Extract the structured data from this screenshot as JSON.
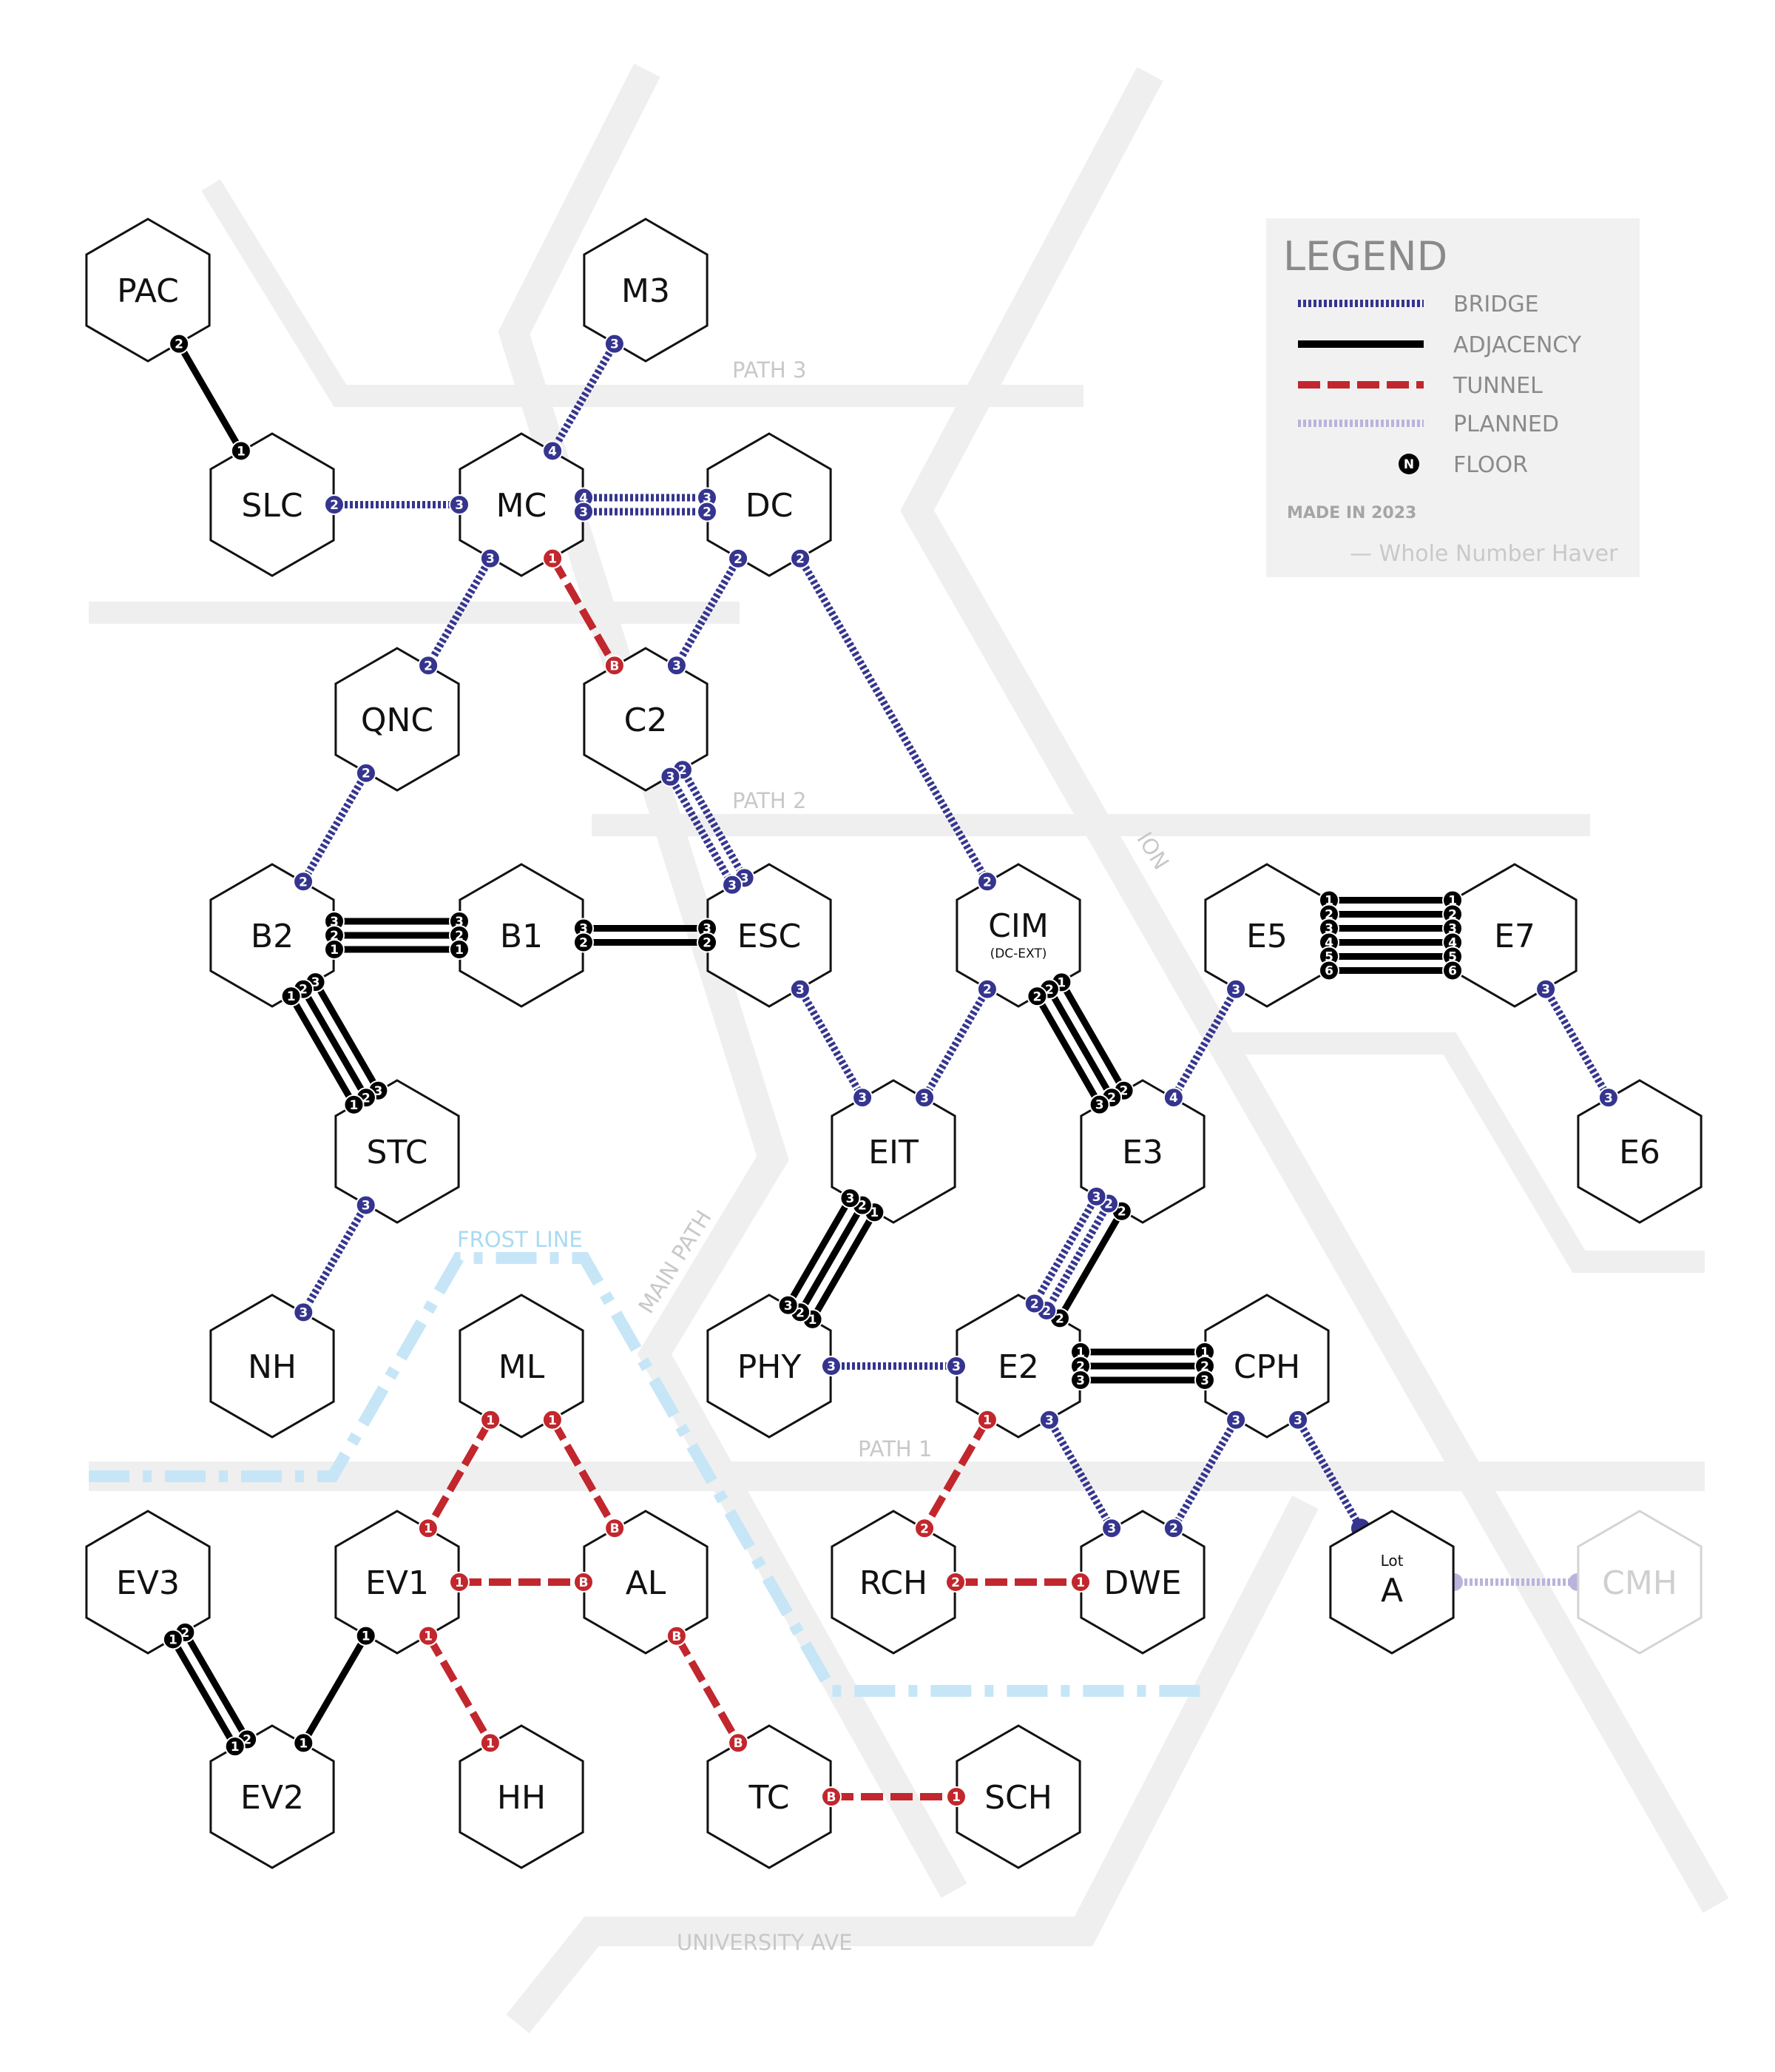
{
  "colors": {
    "bridge": "#35358f",
    "adjacency": "#000000",
    "tunnel": "#c1272d",
    "planned": "#b9b4dc",
    "frost": "#c6e6f7",
    "road": "#efefef"
  },
  "roads": {
    "path3": "PATH 3",
    "path2": "PATH 2",
    "path1": "PATH 1",
    "ion": "ION",
    "main_path": "MAIN PATH",
    "frost_line": "FROST LINE",
    "university_ave": "UNIVERSITY AVE"
  },
  "legend": {
    "title": "LEGEND",
    "bridge": "BRIDGE",
    "adjacency": "ADJACENCY",
    "tunnel": "TUNNEL",
    "planned": "PLANNED",
    "floor_badge": "N",
    "floor": "FLOOR",
    "made": "MADE IN 2023",
    "credit": "— Whole Number Haver"
  },
  "buildings": [
    {
      "id": "PAC",
      "label": "PAC"
    },
    {
      "id": "M3",
      "label": "M3"
    },
    {
      "id": "SLC",
      "label": "SLC"
    },
    {
      "id": "MC",
      "label": "MC"
    },
    {
      "id": "DC",
      "label": "DC"
    },
    {
      "id": "QNC",
      "label": "QNC"
    },
    {
      "id": "C2",
      "label": "C2"
    },
    {
      "id": "B2",
      "label": "B2"
    },
    {
      "id": "B1",
      "label": "B1"
    },
    {
      "id": "ESC",
      "label": "ESC"
    },
    {
      "id": "CIM",
      "label": "CIM",
      "sub": "(DC-EXT)"
    },
    {
      "id": "E5",
      "label": "E5"
    },
    {
      "id": "E7",
      "label": "E7"
    },
    {
      "id": "STC",
      "label": "STC"
    },
    {
      "id": "EIT",
      "label": "EIT"
    },
    {
      "id": "E3",
      "label": "E3"
    },
    {
      "id": "E6",
      "label": "E6"
    },
    {
      "id": "NH",
      "label": "NH"
    },
    {
      "id": "ML",
      "label": "ML"
    },
    {
      "id": "PHY",
      "label": "PHY"
    },
    {
      "id": "E2",
      "label": "E2"
    },
    {
      "id": "CPH",
      "label": "CPH"
    },
    {
      "id": "EV3",
      "label": "EV3"
    },
    {
      "id": "EV1",
      "label": "EV1"
    },
    {
      "id": "AL",
      "label": "AL"
    },
    {
      "id": "RCH",
      "label": "RCH"
    },
    {
      "id": "DWE",
      "label": "DWE"
    },
    {
      "id": "LotA",
      "label": "A",
      "sub": "Lot"
    },
    {
      "id": "CMH",
      "label": "CMH",
      "planned": true
    },
    {
      "id": "EV2",
      "label": "EV2"
    },
    {
      "id": "HH",
      "label": "HH"
    },
    {
      "id": "TC",
      "label": "TC"
    },
    {
      "id": "SCH",
      "label": "SCH"
    }
  ],
  "connections": [
    {
      "from": "PAC",
      "to": "SLC",
      "type": "adjacency",
      "a": [
        "2"
      ],
      "b": [
        "1"
      ]
    },
    {
      "from": "SLC",
      "to": "MC",
      "type": "bridge",
      "a": [
        "2"
      ],
      "b": [
        "3"
      ]
    },
    {
      "from": "M3",
      "to": "MC",
      "type": "bridge",
      "a": [
        "3"
      ],
      "b": [
        "4"
      ]
    },
    {
      "from": "MC",
      "to": "DC",
      "type": "bridge",
      "a": [
        "4",
        "3"
      ],
      "b": [
        "3",
        "2"
      ]
    },
    {
      "from": "MC",
      "to": "QNC",
      "type": "bridge",
      "a": [
        "3"
      ],
      "b": [
        "2"
      ]
    },
    {
      "from": "MC",
      "to": "C2",
      "type": "tunnel",
      "a": [
        "1"
      ],
      "b": [
        "B"
      ]
    },
    {
      "from": "DC",
      "to": "C2",
      "type": "bridge",
      "a": [
        "2"
      ],
      "b": [
        "3"
      ]
    },
    {
      "from": "DC",
      "to": "CIM",
      "type": "bridge",
      "a": [
        "2"
      ],
      "b": [
        "2"
      ]
    },
    {
      "from": "QNC",
      "to": "B2",
      "type": "bridge",
      "a": [
        "2"
      ],
      "b": [
        "2"
      ]
    },
    {
      "from": "C2",
      "to": "ESC",
      "type": "bridge",
      "a": [
        "2",
        "3"
      ],
      "b": [
        "3",
        "3"
      ]
    },
    {
      "from": "B2",
      "to": "B1",
      "type": "adjacency",
      "a": [
        "3",
        "2",
        "1"
      ],
      "b": [
        "3",
        "2",
        "1"
      ]
    },
    {
      "from": "B1",
      "to": "ESC",
      "type": "adjacency",
      "a": [
        "3",
        "2"
      ],
      "b": [
        "3",
        "2"
      ]
    },
    {
      "from": "B2",
      "to": "STC",
      "type": "adjacency",
      "a": [
        "3",
        "2",
        "1"
      ],
      "b": [
        "3",
        "2",
        "1"
      ]
    },
    {
      "from": "ESC",
      "to": "EIT",
      "type": "bridge",
      "a": [
        "3"
      ],
      "b": [
        "3"
      ]
    },
    {
      "from": "CIM",
      "to": "EIT",
      "type": "bridge",
      "a": [
        "2"
      ],
      "b": [
        "3"
      ]
    },
    {
      "from": "CIM",
      "to": "E3",
      "type": "adjacency",
      "a": [
        "1",
        "2",
        "2"
      ],
      "b": [
        "2",
        "2",
        "3"
      ]
    },
    {
      "from": "E5",
      "to": "E7",
      "type": "adjacency",
      "a": [
        "1",
        "2",
        "3",
        "4",
        "5",
        "6"
      ],
      "b": [
        "1",
        "2",
        "3",
        "4",
        "5",
        "6"
      ]
    },
    {
      "from": "E5",
      "to": "E3",
      "type": "bridge",
      "a": [
        "3"
      ],
      "b": [
        "4"
      ]
    },
    {
      "from": "E7",
      "to": "E6",
      "type": "bridge",
      "a": [
        "3"
      ],
      "b": [
        "3"
      ]
    },
    {
      "from": "STC",
      "to": "NH",
      "type": "bridge",
      "a": [
        "3"
      ],
      "b": [
        "3"
      ]
    },
    {
      "from": "EIT",
      "to": "PHY",
      "type": "adjacency",
      "a": [
        "1",
        "2",
        "3"
      ],
      "b": [
        "1",
        "2",
        "3"
      ]
    },
    {
      "from": "E3",
      "to": "E2",
      "type": "adjacency",
      "a": [
        "2"
      ],
      "b": [
        "2"
      ]
    },
    {
      "from": "E3",
      "to": "E2",
      "type": "bridge",
      "a": [
        "2",
        "3"
      ],
      "b": [
        "2",
        "2"
      ]
    },
    {
      "from": "PHY",
      "to": "E2",
      "type": "bridge",
      "a": [
        "3"
      ],
      "b": [
        "3"
      ]
    },
    {
      "from": "E2",
      "to": "CPH",
      "type": "adjacency",
      "a": [
        "1",
        "2",
        "3"
      ],
      "b": [
        "1",
        "2",
        "3"
      ]
    },
    {
      "from": "E2",
      "to": "RCH",
      "type": "tunnel",
      "a": [
        "1"
      ],
      "b": [
        "2"
      ]
    },
    {
      "from": "E2",
      "to": "DWE",
      "type": "bridge",
      "a": [
        "3"
      ],
      "b": [
        "3"
      ]
    },
    {
      "from": "CPH",
      "to": "DWE",
      "type": "bridge",
      "a": [
        "3"
      ],
      "b": [
        "2"
      ]
    },
    {
      "from": "CPH",
      "to": "LotA",
      "type": "bridge",
      "a": [
        "3"
      ],
      "b": []
    },
    {
      "from": "RCH",
      "to": "DWE",
      "type": "tunnel",
      "a": [
        "2"
      ],
      "b": [
        "1"
      ]
    },
    {
      "from": "LotA",
      "to": "CMH",
      "type": "planned",
      "a": [],
      "b": []
    },
    {
      "from": "ML",
      "to": "EV1",
      "type": "tunnel",
      "a": [
        "1"
      ],
      "b": [
        "1"
      ]
    },
    {
      "from": "ML",
      "to": "AL",
      "type": "tunnel",
      "a": [
        "1"
      ],
      "b": [
        "B"
      ]
    },
    {
      "from": "EV1",
      "to": "AL",
      "type": "tunnel",
      "a": [
        "1"
      ],
      "b": [
        "B"
      ]
    },
    {
      "from": "EV1",
      "to": "EV2",
      "type": "adjacency",
      "a": [
        "1"
      ],
      "b": [
        "1"
      ]
    },
    {
      "from": "EV1",
      "to": "HH",
      "type": "tunnel",
      "a": [
        "1"
      ],
      "b": [
        "1"
      ]
    },
    {
      "from": "EV3",
      "to": "EV2",
      "type": "adjacency",
      "a": [
        "2",
        "1"
      ],
      "b": [
        "2",
        "1"
      ]
    },
    {
      "from": "AL",
      "to": "TC",
      "type": "tunnel",
      "a": [
        "B"
      ],
      "b": [
        "B"
      ]
    },
    {
      "from": "TC",
      "to": "SCH",
      "type": "tunnel",
      "a": [
        "B"
      ],
      "b": [
        "1"
      ]
    }
  ]
}
